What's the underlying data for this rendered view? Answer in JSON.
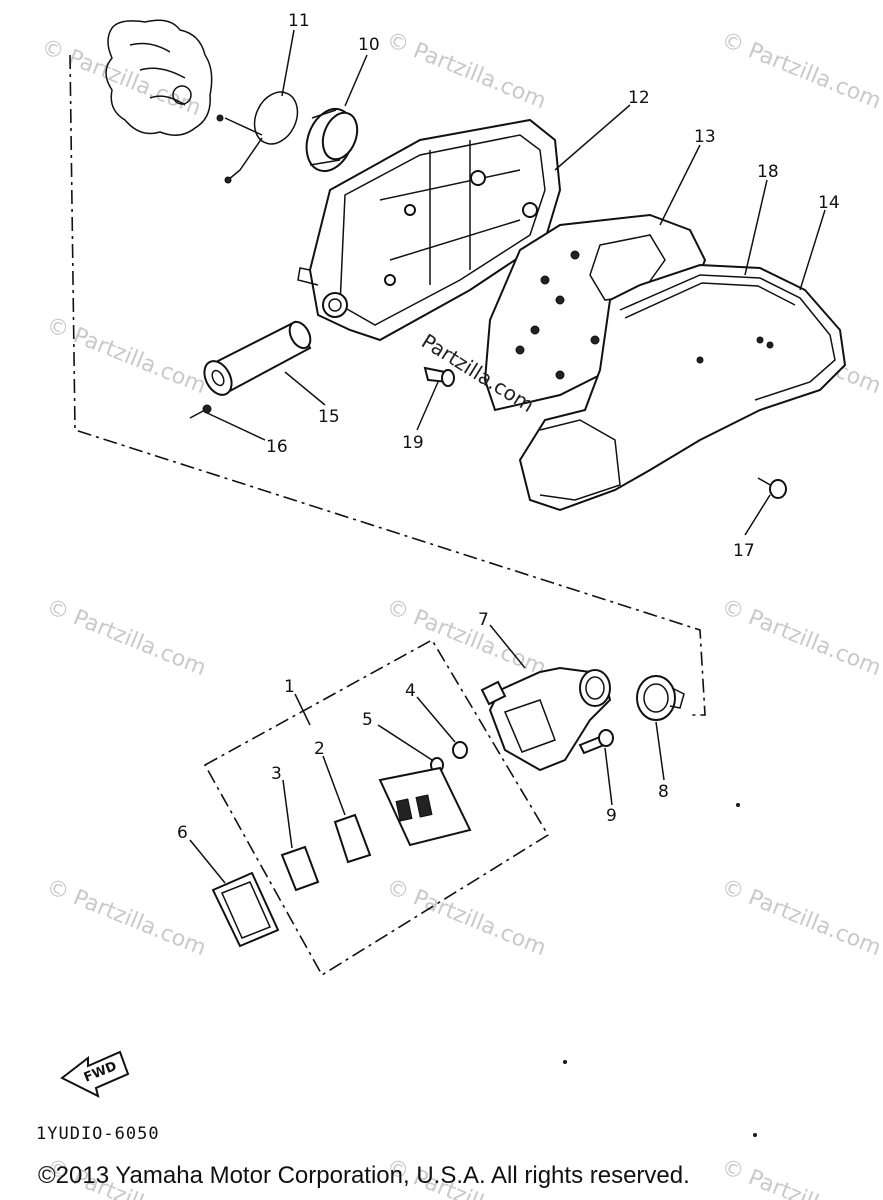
{
  "watermark": "© Partzilla.com",
  "center_watermark": "Partzilla.com",
  "fwd_label": "FWD",
  "diagram_code": "1YUDIO-6050",
  "copyright": "©2013 Yamaha Motor Corporation, U.S.A. All rights reserved.",
  "callouts": {
    "c1": "1",
    "c2": "2",
    "c3": "3",
    "c4": "4",
    "c5": "5",
    "c6": "6",
    "c7": "7",
    "c8": "8",
    "c9": "9",
    "c10": "10",
    "c11": "11",
    "c12": "12",
    "c13": "13",
    "c14": "14",
    "c15": "15",
    "c16": "16",
    "c17": "17",
    "c18": "18",
    "c19": "19"
  }
}
